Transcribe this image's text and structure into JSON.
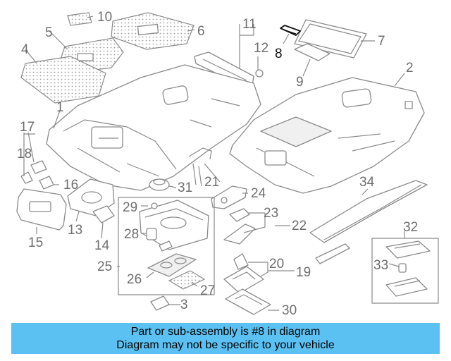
{
  "callouts": {
    "c1": "1",
    "c2": "2",
    "c3": "3",
    "c4": "4",
    "c5": "5",
    "c6": "6",
    "c7": "7",
    "c8": "8",
    "c9": "9",
    "c10": "10",
    "c11": "11",
    "c12": "12",
    "c13": "13",
    "c14": "14",
    "c15": "15",
    "c16": "16",
    "c17": "17",
    "c18": "18",
    "c19": "19",
    "c20": "20",
    "c21": "21",
    "c22": "22",
    "c23": "23",
    "c24": "24",
    "c25": "25",
    "c26": "26",
    "c27": "27",
    "c28": "28",
    "c29": "29",
    "c30": "30",
    "c31": "31",
    "c32": "32",
    "c33": "33",
    "c34": "34"
  },
  "highlighted_part": "8",
  "highlight_color": "#1a1a1a",
  "banner": {
    "line1": "Part or sub-assembly is #8 in diagram",
    "line2": "Diagram may not be specific to your vehicle",
    "background": "#5bc1f2"
  }
}
